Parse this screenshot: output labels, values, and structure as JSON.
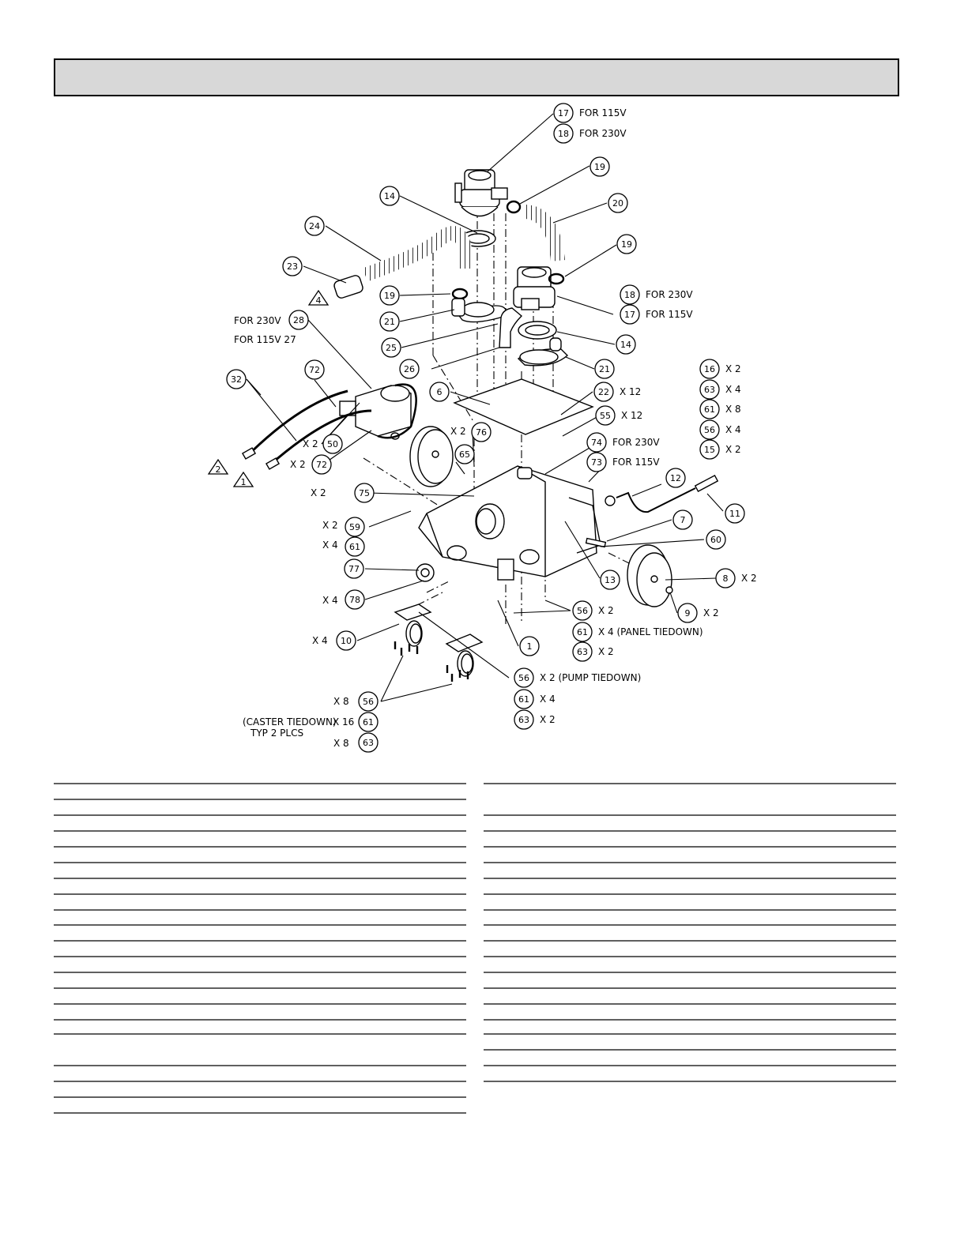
{
  "header": {
    "title": ""
  },
  "callouts": [
    {
      "id": "c17a",
      "num": "17",
      "text": "FOR 115V"
    },
    {
      "id": "c18a",
      "num": "18",
      "text": "FOR 230V"
    },
    {
      "id": "c19a",
      "num": "19",
      "text": ""
    },
    {
      "id": "c14a",
      "num": "14",
      "text": ""
    },
    {
      "id": "c20",
      "num": "20",
      "text": ""
    },
    {
      "id": "c24",
      "num": "24",
      "text": ""
    },
    {
      "id": "c19b",
      "num": "19",
      "text": ""
    },
    {
      "id": "c23",
      "num": "23",
      "text": ""
    },
    {
      "id": "c19c",
      "num": "19",
      "text": ""
    },
    {
      "id": "c18b",
      "num": "18",
      "text": "FOR 230V"
    },
    {
      "id": "c17b",
      "num": "17",
      "text": "FOR 115V"
    },
    {
      "id": "c28",
      "num": "28",
      "text": ""
    },
    {
      "id": "c21a",
      "num": "21",
      "text": ""
    },
    {
      "id": "c25",
      "num": "25",
      "text": ""
    },
    {
      "id": "c14b",
      "num": "14",
      "text": ""
    },
    {
      "id": "c26",
      "num": "26",
      "text": ""
    },
    {
      "id": "c21b",
      "num": "21",
      "text": ""
    },
    {
      "id": "c72a",
      "num": "72",
      "text": ""
    },
    {
      "id": "c32",
      "num": "32",
      "text": ""
    },
    {
      "id": "c16",
      "num": "16",
      "text": "X 2"
    },
    {
      "id": "c63a",
      "num": "63",
      "text": "X 4"
    },
    {
      "id": "c61a",
      "num": "61",
      "text": "X 8"
    },
    {
      "id": "c56a",
      "num": "56",
      "text": "X 4"
    },
    {
      "id": "c15",
      "num": "15",
      "text": "X 2"
    },
    {
      "id": "c6",
      "num": "6",
      "text": ""
    },
    {
      "id": "c22",
      "num": "22",
      "text": "X 12"
    },
    {
      "id": "c55",
      "num": "55",
      "text": "X 12"
    },
    {
      "id": "c76",
      "num": "76",
      "text": ""
    },
    {
      "id": "c50",
      "num": "50",
      "text": ""
    },
    {
      "id": "c74",
      "num": "74",
      "text": "FOR 230V"
    },
    {
      "id": "c73",
      "num": "73",
      "text": "FOR 115V"
    },
    {
      "id": "c65",
      "num": "65",
      "text": ""
    },
    {
      "id": "c72b",
      "num": "72",
      "text": ""
    },
    {
      "id": "c12",
      "num": "12",
      "text": ""
    },
    {
      "id": "c75",
      "num": "75",
      "text": ""
    },
    {
      "id": "c11",
      "num": "11",
      "text": ""
    },
    {
      "id": "c7",
      "num": "7",
      "text": ""
    },
    {
      "id": "c59",
      "num": "59",
      "text": ""
    },
    {
      "id": "c60",
      "num": "60",
      "text": ""
    },
    {
      "id": "c61b",
      "num": "61",
      "text": ""
    },
    {
      "id": "c77",
      "num": "77",
      "text": ""
    },
    {
      "id": "c8",
      "num": "8",
      "text": "X 2"
    },
    {
      "id": "c13",
      "num": "13",
      "text": ""
    },
    {
      "id": "c78",
      "num": "78",
      "text": ""
    },
    {
      "id": "c56b",
      "num": "56",
      "text": "X 2"
    },
    {
      "id": "c9",
      "num": "9",
      "text": "X 2"
    },
    {
      "id": "c61c",
      "num": "61",
      "text": "X 4 (PANEL TIEDOWN)"
    },
    {
      "id": "c10",
      "num": "10",
      "text": ""
    },
    {
      "id": "c1",
      "num": "1",
      "text": ""
    },
    {
      "id": "c63b",
      "num": "63",
      "text": "X 2"
    },
    {
      "id": "c56c",
      "num": "56",
      "text": "X 2 (PUMP TIEDOWN)"
    },
    {
      "id": "c61d",
      "num": "61",
      "text": "X 4"
    },
    {
      "id": "c63c",
      "num": "63",
      "text": "X 2"
    },
    {
      "id": "c56d",
      "num": "56",
      "text": ""
    },
    {
      "id": "c61e",
      "num": "61",
      "text": ""
    },
    {
      "id": "c63d",
      "num": "63",
      "text": ""
    }
  ],
  "labels": {
    "for230_28": "FOR 230V",
    "for115_27": "FOR 115V  27",
    "x2_50": "X 2",
    "x2_cord": "X 2",
    "x2_76": "X 2",
    "x2_75": "X 2",
    "x2_59": "X 2",
    "x4_61": "X 4",
    "x4_78": "X 4",
    "x4_10": "X 4",
    "x8_56": "X 8",
    "x16_61": "X 16",
    "x8_63": "X 8",
    "caster1": "(CASTER TIEDOWN)",
    "caster2": "TYP 2 PLCS"
  },
  "triangles": [
    "4",
    "2",
    "1"
  ],
  "parts_table_left": {
    "rows": []
  },
  "parts_table_right": {
    "rows": []
  }
}
